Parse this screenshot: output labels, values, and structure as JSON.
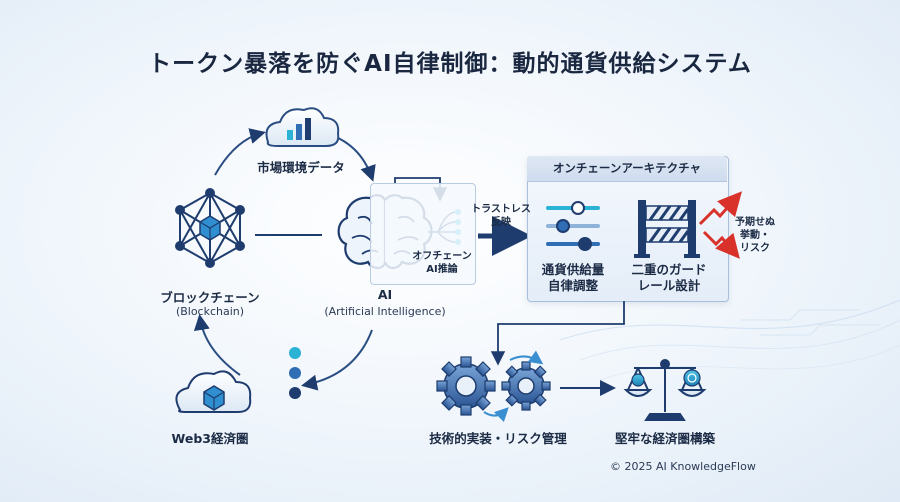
{
  "title": "トークン暴落を防ぐAI自律制御：動的通貨供給システム",
  "nodes": {
    "market_data": "市場環境データ",
    "blockchain": "ブロックチェーン",
    "blockchain_en": "(Blockchain)",
    "ai": "AI",
    "ai_en": "(Artificial Intelligence)",
    "offchain_ai_line1": "オフチェーン",
    "offchain_ai_line2": "AI推論",
    "trustless_line1": "トラストレス",
    "trustless_line2": "反映",
    "web3": "Web3経済圏",
    "onchain_panel": "オンチェーンアーキテクチャ",
    "supply_line1": "通貨供給量",
    "supply_line2": "自律調整",
    "guard_line1": "二重のガード",
    "guard_line2": "レール設計",
    "unexpected_line1": "予期せぬ",
    "unexpected_line2": "挙動・",
    "unexpected_line3": "リスク",
    "tech": "技術的実装・リスク管理",
    "economy": "堅牢な経済圏構築"
  },
  "copyright": "© 2025 AI KnowledgeFlow",
  "colors": {
    "navy": "#1e3c6e",
    "blue": "#2f6db5",
    "cyan": "#2bb3d6",
    "red": "#d8322a",
    "title": "#1a2740"
  },
  "icons": [
    "cloud-chart-icon",
    "blockchain-network-icon",
    "brain-icon",
    "neural-branch-icon",
    "slider-icon",
    "barrier-icon",
    "jagged-arrow-icon",
    "cloud-cube-icon",
    "gears-icon",
    "balance-scale-icon",
    "dots-icon"
  ]
}
